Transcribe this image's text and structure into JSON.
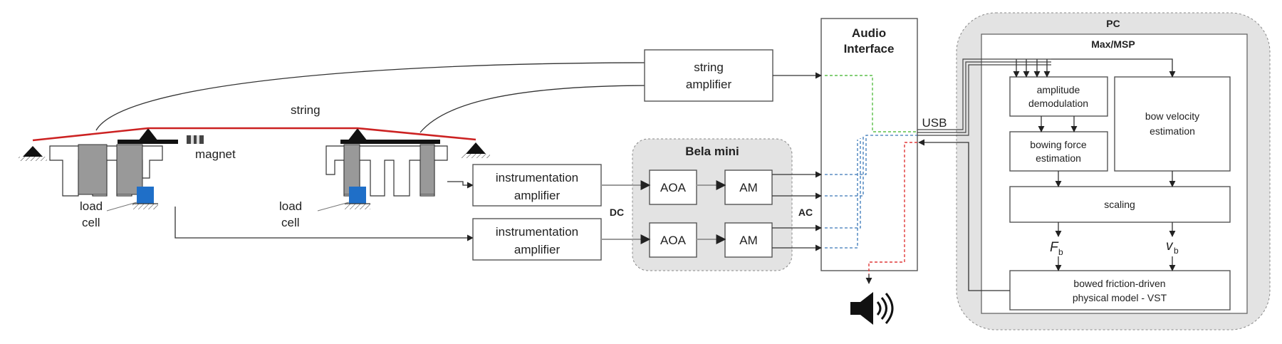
{
  "labels": {
    "string": "string",
    "magnet": "magnet",
    "load_cell_1a": "load",
    "load_cell_1b": "cell",
    "load_cell_2a": "load",
    "load_cell_2b": "cell",
    "string_amp_1": "string",
    "string_amp_2": "amplifier",
    "instr_amp_top_1": "instrumentation",
    "instr_amp_top_2": "amplifier",
    "instr_amp_bot_1": "instrumentation",
    "instr_amp_bot_2": "amplifier",
    "bela": "Bela mini",
    "aoa1": "AOA",
    "aoa2": "AOA",
    "am1": "AM",
    "am2": "AM",
    "dc": "DC",
    "ac": "AC",
    "audio_1": "Audio",
    "audio_2": "Interface",
    "usb": "USB",
    "pc": "PC",
    "maxmsp": "Max/MSP",
    "ampdemod_1": "amplitude",
    "ampdemod_2": "demodulation",
    "bowforce_1": "bowing force",
    "bowforce_2": "estimation",
    "bowvel_1": "bow velocity",
    "bowvel_2": "estimation",
    "scaling": "scaling",
    "fb_main": "F",
    "fb_sub": "b",
    "vb_main": "v",
    "vb_sub": "b",
    "model_1": "bowed friction-driven",
    "model_2": "physical model - VST"
  },
  "colors": {
    "string": "#cc2222",
    "load_cell": "#1f6fc8",
    "green_line": "#5cbf4a",
    "blue_line": "#3a78b8",
    "red_line": "#e03a3a",
    "gray_panel": "#e3e3e3"
  }
}
